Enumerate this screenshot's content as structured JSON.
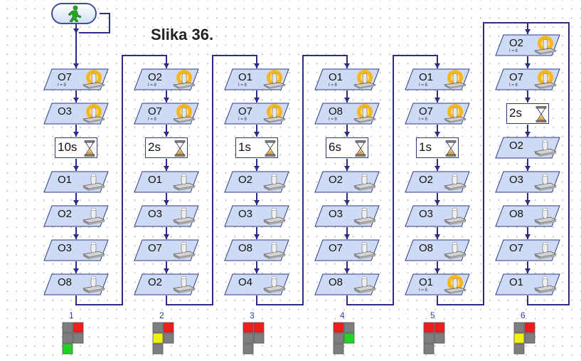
{
  "title": "Slika 36.",
  "start": {
    "icon": "traffic-light-walking-man-icon",
    "color": "#22aa22"
  },
  "columns": [
    {
      "index": "1",
      "steps": [
        {
          "kind": "output",
          "label": "O7",
          "state": "on",
          "intensity": "I = 8"
        },
        {
          "kind": "output",
          "label": "O3",
          "state": "on",
          "intensity": ""
        },
        {
          "kind": "wait",
          "label": "10s"
        },
        {
          "kind": "output",
          "label": "O1",
          "state": "off"
        },
        {
          "kind": "output",
          "label": "O2",
          "state": "off"
        },
        {
          "kind": "output",
          "label": "O3",
          "state": "off"
        },
        {
          "kind": "output",
          "label": "O8",
          "state": "off"
        }
      ],
      "signal": [
        "gray",
        "red",
        "gray",
        "gray",
        "green"
      ]
    },
    {
      "index": "2",
      "steps": [
        {
          "kind": "output",
          "label": "O2",
          "state": "on",
          "intensity": "I = 8"
        },
        {
          "kind": "output",
          "label": "O7",
          "state": "on",
          "intensity": "I = 8"
        },
        {
          "kind": "wait",
          "label": "2s"
        },
        {
          "kind": "output",
          "label": "O1",
          "state": "off"
        },
        {
          "kind": "output",
          "label": "O3",
          "state": "off"
        },
        {
          "kind": "output",
          "label": "O7",
          "state": "off"
        },
        {
          "kind": "output",
          "label": "O2",
          "state": "off"
        }
      ],
      "signal": [
        "gray",
        "red",
        "yellow",
        "gray",
        "gray"
      ]
    },
    {
      "index": "3",
      "steps": [
        {
          "kind": "output",
          "label": "O1",
          "state": "on",
          "intensity": "I = 8"
        },
        {
          "kind": "output",
          "label": "O7",
          "state": "on",
          "intensity": "I = 8"
        },
        {
          "kind": "wait",
          "label": "1s"
        },
        {
          "kind": "output",
          "label": "O2",
          "state": "off"
        },
        {
          "kind": "output",
          "label": "O3",
          "state": "off"
        },
        {
          "kind": "output",
          "label": "O8",
          "state": "off"
        },
        {
          "kind": "output",
          "label": "O4",
          "state": "off"
        }
      ],
      "signal": [
        "red",
        "red",
        "gray",
        "gray",
        "gray"
      ]
    },
    {
      "index": "4",
      "steps": [
        {
          "kind": "output",
          "label": "O1",
          "state": "on",
          "intensity": "I = 8"
        },
        {
          "kind": "output",
          "label": "O8",
          "state": "on",
          "intensity": "I = 8"
        },
        {
          "kind": "wait",
          "label": "6s"
        },
        {
          "kind": "output",
          "label": "O2",
          "state": "off"
        },
        {
          "kind": "output",
          "label": "O3",
          "state": "off"
        },
        {
          "kind": "output",
          "label": "O7",
          "state": "off"
        },
        {
          "kind": "output",
          "label": "O8",
          "state": "off"
        }
      ],
      "signal": [
        "red",
        "gray",
        "gray",
        "green",
        "gray"
      ]
    },
    {
      "index": "5",
      "steps": [
        {
          "kind": "output",
          "label": "O1",
          "state": "on",
          "intensity": "I = 8"
        },
        {
          "kind": "output",
          "label": "O7",
          "state": "on",
          "intensity": "I = 8"
        },
        {
          "kind": "wait",
          "label": "1s"
        },
        {
          "kind": "output",
          "label": "O2",
          "state": "off"
        },
        {
          "kind": "output",
          "label": "O3",
          "state": "off"
        },
        {
          "kind": "output",
          "label": "O8",
          "state": "off"
        },
        {
          "kind": "output",
          "label": "O1",
          "state": "on",
          "intensity": "I = 8"
        }
      ],
      "signal": [
        "red",
        "red",
        "gray",
        "gray",
        "gray"
      ]
    },
    {
      "index": "6",
      "steps": [
        {
          "kind": "output",
          "label": "O2",
          "state": "on",
          "intensity": "I = 8"
        },
        {
          "kind": "output",
          "label": "O7",
          "state": "on",
          "intensity": "I = 8"
        },
        {
          "kind": "wait",
          "label": "2s"
        },
        {
          "kind": "output",
          "label": "O2",
          "state": "off"
        },
        {
          "kind": "output",
          "label": "O3",
          "state": "off"
        },
        {
          "kind": "output",
          "label": "O8",
          "state": "off"
        },
        {
          "kind": "output",
          "label": "O7",
          "state": "off"
        },
        {
          "kind": "output",
          "label": "O1",
          "state": "off"
        }
      ],
      "signal": [
        "gray",
        "red",
        "yellow",
        "gray",
        "gray"
      ]
    }
  ],
  "colors": {
    "wire": "#2d2b8c",
    "block_fill": "#cfdbf4",
    "block_border": "#2d3a86",
    "red": "#ee1c1c",
    "yellow": "#f2f20c",
    "green": "#21d421",
    "gray": "#7e7e7e",
    "index_text": "#2a3fb5"
  }
}
